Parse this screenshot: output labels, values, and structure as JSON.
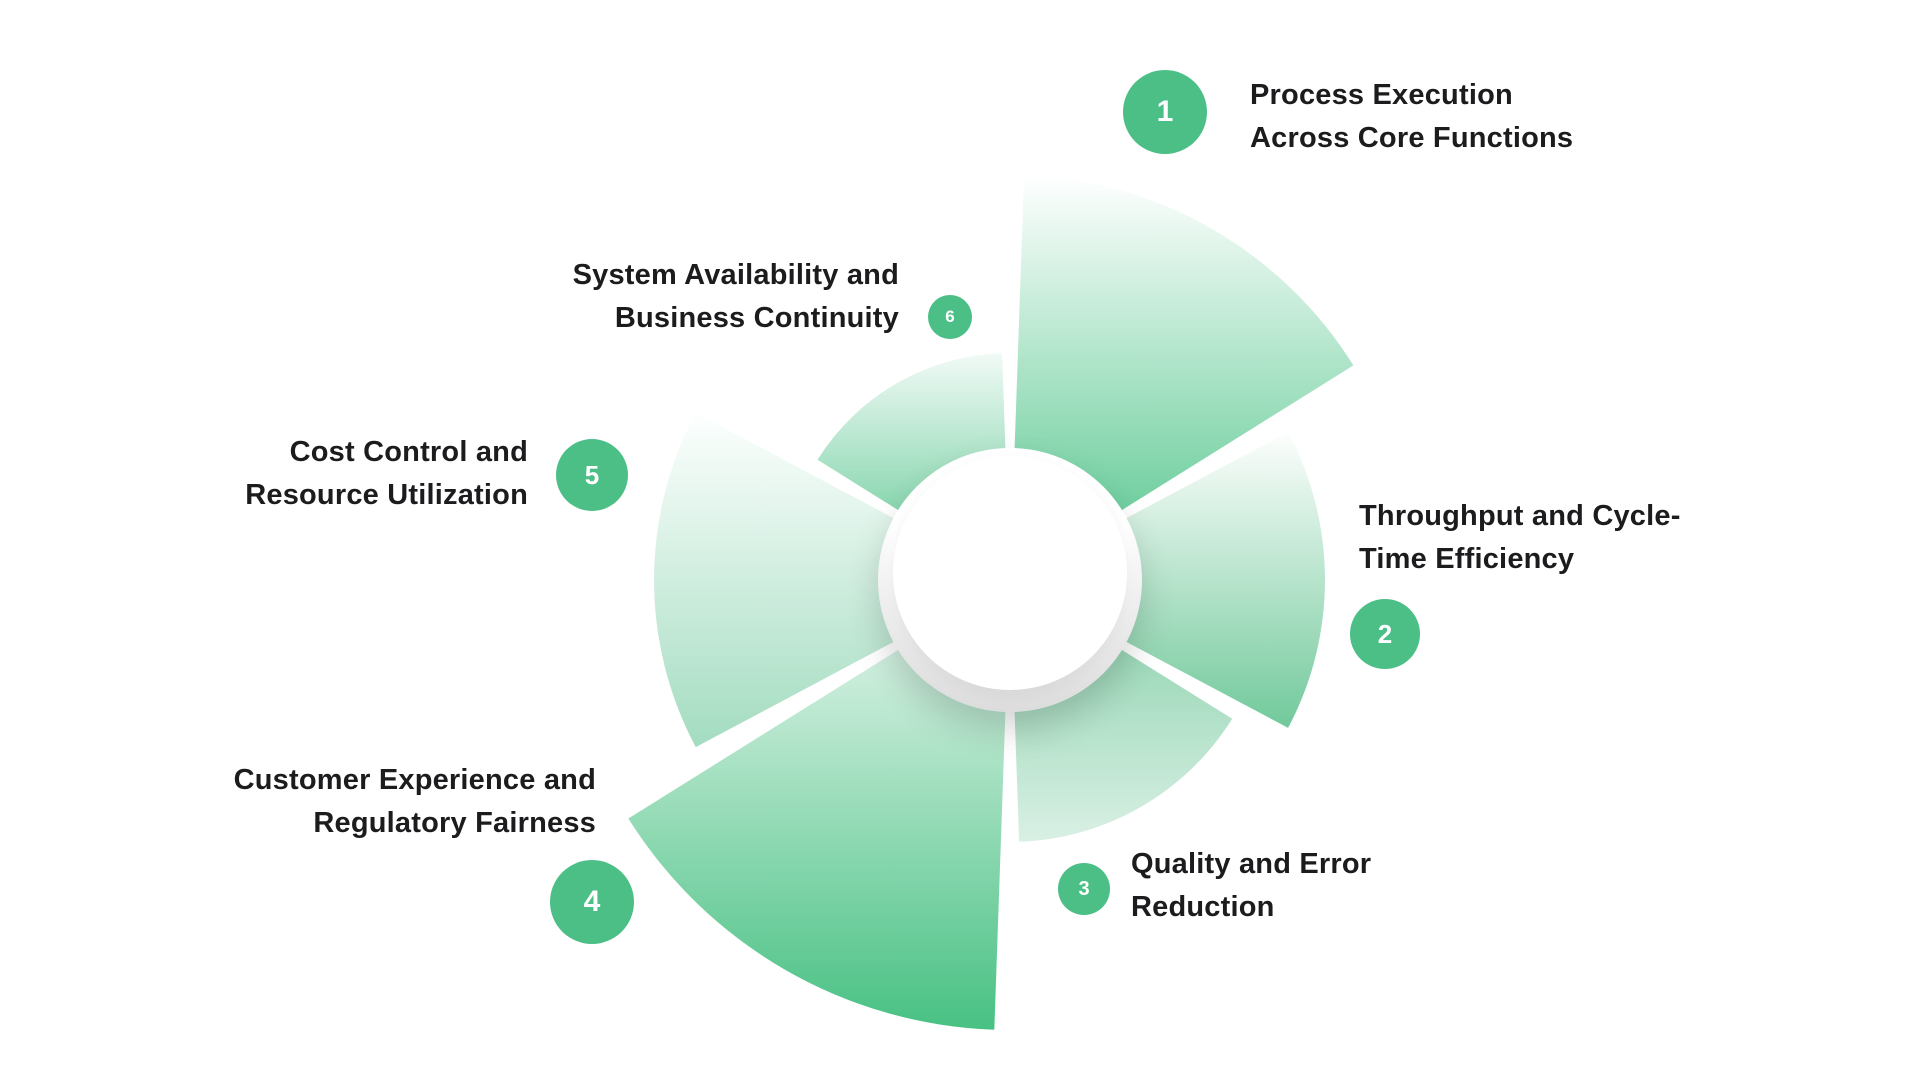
{
  "diagram": {
    "accent_color": "#4cbf87",
    "text_color": "#1c1c1e",
    "hub_color": "#ffffff",
    "segments": [
      {
        "number": "1",
        "lines": [
          "Process Execution",
          "Across Core Functions"
        ]
      },
      {
        "number": "2",
        "lines": [
          "Throughput and Cycle-",
          "Time Efficiency"
        ]
      },
      {
        "number": "3",
        "lines": [
          "Quality and Error",
          "Reduction"
        ]
      },
      {
        "number": "4",
        "lines": [
          "Customer Experience and",
          "Regulatory Fairness"
        ]
      },
      {
        "number": "5",
        "lines": [
          "Cost Control and",
          "Resource Utilization"
        ]
      },
      {
        "number": "6",
        "lines": [
          "System Availability and",
          "Business Continuity"
        ]
      }
    ]
  }
}
